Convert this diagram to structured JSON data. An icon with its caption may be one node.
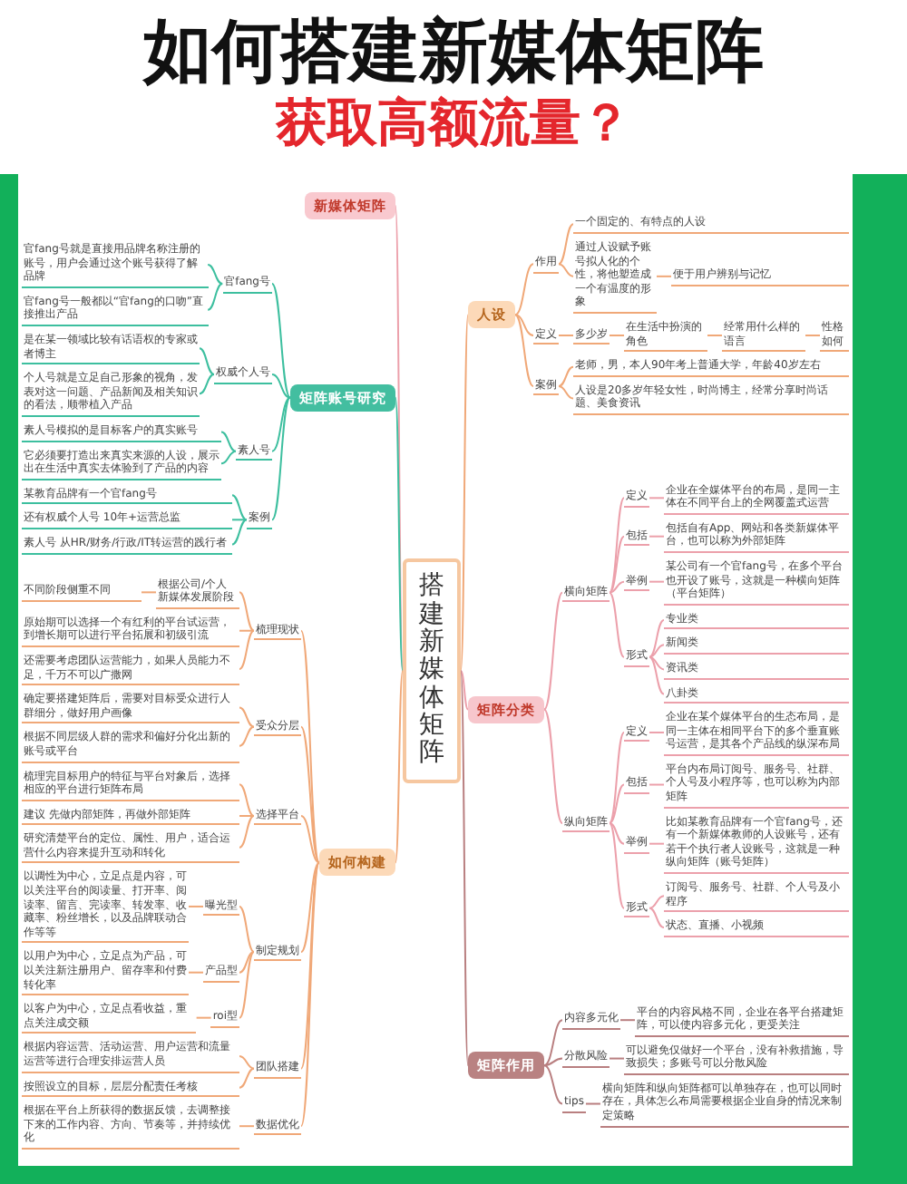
{
  "diagram": {
    "title": "如何搭建新媒体矩阵",
    "nodes": [
      {
        "text": [
          "搭建新媒体矩阵"
        ]
      },
      {
        "text": [
          "新媒体矩阵"
        ]
      },
      {
        "text": [
          "矩阵账号研究"
        ]
      },
      {
        "text": [
          "官fang号"
        ]
      },
      {
        "text": [
          "官fang号就是直接用品牌名称注册的账号，用户会通过这个账号获得了解品牌"
        ]
      },
      {
        "text": [
          "官fang号一般都以“官fang的口吻”直接推出产品"
        ]
      },
      {
        "text": [
          "权威个人号"
        ]
      },
      {
        "text": [
          "是在某一领域比较有话语权的专家或者博主"
        ]
      },
      {
        "text": [
          "个人号就是立足自己形象的视角，发表对这一问题、产品新闻及相关知识的看法，顺带植入产品"
        ]
      },
      {
        "text": [
          "素人号"
        ]
      },
      {
        "text": [
          "素人号模拟的是目标客户的真实账号"
        ]
      },
      {
        "text": [
          "它必须要打造出来真实来源的人设，展示出在生活中真实去体验到了产品的内容"
        ]
      },
      {
        "text": [
          "案例"
        ]
      },
      {
        "text": [
          "某教育品牌有一个官fang号"
        ]
      },
      {
        "text": [
          "还有权威个人号 10年+运营总监"
        ]
      },
      {
        "text": [
          "素人号 从HR/财务/行政/IT转运营的践行者"
        ]
      },
      {
        "text": [
          "如何构建"
        ]
      },
      {
        "text": [
          "梳理现状"
        ]
      },
      {
        "text": [
          "根据公司/个人新媒体发展阶段"
        ]
      },
      {
        "text": [
          "不同阶段侧重不同"
        ]
      },
      {
        "text": [
          "原始期可以选择一个有红利的平台试运营，到增长期可以进行平台拓展和初级引流"
        ]
      },
      {
        "text": [
          "还需要考虑团队运营能力，如果人员能力不足，千万不可以广撒网"
        ]
      },
      {
        "text": [
          "受众分层"
        ]
      },
      {
        "text": [
          "确定要搭建矩阵后，需要对目标受众进行人群细分，做好用户画像"
        ]
      },
      {
        "text": [
          "根据不同层级人群的需求和偏好分化出新的账号或平台"
        ]
      },
      {
        "text": [
          "选择平台"
        ]
      },
      {
        "text": [
          "梳理完目标用户的特征与平台对象后，选择相应的平台进行矩阵布局"
        ]
      },
      {
        "text": [
          "建议 先做内部矩阵，再做外部矩阵"
        ]
      },
      {
        "text": [
          "研究清楚平台的定位、属性、用户，适合运营什么内容来提升互动和转化"
        ]
      },
      {
        "text": [
          "制定规划"
        ]
      },
      {
        "text": [
          "曝光型"
        ]
      },
      {
        "text": [
          "以调性为中心，立足点是内容，可以关注平台的阅读量、打开率、阅读率、留言、完读率、转发率、收藏率、粉丝增长，以及品牌联动合作等等"
        ]
      },
      {
        "text": [
          "产品型"
        ]
      },
      {
        "text": [
          "以用户为中心，立足点为产品，可以关注新注册用户、留存率和付费转化率"
        ]
      },
      {
        "text": [
          "roi型"
        ]
      },
      {
        "text": [
          "以客户为中心，立足点看收益，重点关注成交额"
        ]
      },
      {
        "text": [
          "团队搭建"
        ]
      },
      {
        "text": [
          "根据内容运营、活动运营、用户运营和流量运营等进行合理安排运营人员"
        ]
      },
      {
        "text": [
          "按照设立的目标，层层分配责任考核"
        ]
      },
      {
        "text": [
          "数据优化"
        ]
      },
      {
        "text": [
          "根据在平台上所获得的数据反馈，去调整接下来的工作内容、方向、节奏等，并持续优化"
        ]
      },
      {
        "text": [
          "人设"
        ]
      },
      {
        "text": [
          "作用"
        ]
      },
      {
        "text": [
          "一个固定的、有特点的人设"
        ]
      },
      {
        "text": [
          "通过人设赋予账号拟人化的个性，将他塑造成一个有温度的形象"
        ]
      },
      {
        "text": [
          "便于用户辨别与记忆"
        ]
      },
      {
        "text": [
          "定义"
        ]
      },
      {
        "text": [
          "多少岁"
        ]
      },
      {
        "text": [
          "在生活中扮演的角色"
        ]
      },
      {
        "text": [
          "经常用什么样的语言"
        ]
      },
      {
        "text": [
          "性格如何"
        ]
      },
      {
        "text": [
          "案例"
        ]
      },
      {
        "text": [
          "老师，男，本人90年考上普通大学，年龄40岁左右"
        ]
      },
      {
        "text": [
          "人设是20多岁年轻女性，时尚博主，经常分享时尚话题、美食资讯"
        ]
      },
      {
        "text": [
          "矩阵分类"
        ]
      },
      {
        "text": [
          "横向矩阵"
        ]
      },
      {
        "text": [
          "定义"
        ]
      },
      {
        "text": [
          "企业在全媒体平台的布局，是同一主体在不同平台上的全网覆盖式运营"
        ]
      },
      {
        "text": [
          "包括"
        ]
      },
      {
        "text": [
          "包括自有App、网站和各类新媒体平台，也可以称为外部矩阵"
        ]
      },
      {
        "text": [
          "举例"
        ]
      },
      {
        "text": [
          "某公司有一个官fang号，在多个平台也开设了账号，这就是一种横向矩阵（平台矩阵）"
        ]
      },
      {
        "text": [
          "形式"
        ]
      },
      {
        "text": [
          "专业类"
        ]
      },
      {
        "text": [
          "新闻类"
        ]
      },
      {
        "text": [
          "资讯类"
        ]
      },
      {
        "text": [
          "八卦类"
        ]
      },
      {
        "text": [
          "纵向矩阵"
        ]
      },
      {
        "text": [
          "定义"
        ]
      },
      {
        "text": [
          "企业在某个媒体平台的生态布局，是同一主体在相同平台下的多个垂直账号运营，是其各个产品线的纵深布局"
        ]
      },
      {
        "text": [
          "包括"
        ]
      },
      {
        "text": [
          "平台内布局订阅号、服务号、社群、个人号及小程序等，也可以称为内部矩阵"
        ]
      },
      {
        "text": [
          "举例"
        ]
      },
      {
        "text": [
          "比如某教育品牌有一个官fang号，还有一个新媒体教师的人设账号，还有若干个执行者人设账号，这就是一种纵向矩阵（账号矩阵）"
        ]
      },
      {
        "text": [
          "形式"
        ]
      },
      {
        "text": [
          "订阅号、服务号、社群、个人号及小程序"
        ]
      },
      {
        "text": [
          "状态、直播、小视频"
        ]
      },
      {
        "text": [
          "矩阵作用"
        ]
      },
      {
        "text": [
          "内容多元化"
        ]
      },
      {
        "text": [
          "平台的内容风格不同，企业在各平台搭建矩阵，可以使内容多元化，更受关注"
        ]
      },
      {
        "text": [
          "分散风险"
        ]
      },
      {
        "text": [
          "可以避免仅做好一个平台，没有补救措施，导致损失；多账号可以分散风险"
        ]
      },
      {
        "text": [
          "tips"
        ]
      },
      {
        "text": [
          "横向矩阵和纵向矩阵都可以单独存在，也可以同时存在，具体怎么布局需要根据企业自身的情况来制定策略"
        ]
      }
    ],
    "edges": [
      {
        "from": 0,
        "to": 1,
        "arrow": "none",
        "color": "#eca0ab"
      },
      {
        "from": 0,
        "to": 2,
        "arrow": "none",
        "color": "#3dbf9f"
      },
      {
        "from": 0,
        "to": 16,
        "arrow": "none"
      },
      {
        "from": 0,
        "to": 41,
        "arrow": "none"
      },
      {
        "from": 0,
        "to": 54,
        "arrow": "none",
        "color": "#eca0ab"
      },
      {
        "from": 0,
        "to": 77,
        "arrow": "none",
        "color": "#b97f80"
      },
      {
        "from": 2,
        "to": 3,
        "arrow": "none",
        "color": "#3dbf9f"
      },
      {
        "from": 2,
        "to": 6,
        "arrow": "none",
        "color": "#3dbf9f"
      },
      {
        "from": 2,
        "to": 9,
        "arrow": "none",
        "color": "#3dbf9f"
      },
      {
        "from": 2,
        "to": 12,
        "arrow": "none",
        "color": "#3dbf9f"
      },
      {
        "from": 3,
        "to": 4,
        "arrow": "none",
        "color": "#3dbf9f"
      },
      {
        "from": 3,
        "to": 5,
        "arrow": "none",
        "color": "#3dbf9f"
      },
      {
        "from": 6,
        "to": 7,
        "arrow": "none",
        "color": "#3dbf9f"
      },
      {
        "from": 6,
        "to": 8,
        "arrow": "none",
        "color": "#3dbf9f"
      },
      {
        "from": 9,
        "to": 10,
        "arrow": "none",
        "color": "#3dbf9f"
      },
      {
        "from": 9,
        "to": 11,
        "arrow": "none",
        "color": "#3dbf9f"
      },
      {
        "from": 12,
        "to": 13,
        "arrow": "none",
        "color": "#3dbf9f"
      },
      {
        "from": 12,
        "to": 14,
        "arrow": "none",
        "color": "#3dbf9f"
      },
      {
        "from": 12,
        "to": 15,
        "arrow": "none",
        "color": "#3dbf9f"
      },
      {
        "from": 16,
        "to": 17,
        "arrow": "none"
      },
      {
        "from": 16,
        "to": 22,
        "arrow": "none"
      },
      {
        "from": 16,
        "to": 25,
        "arrow": "none"
      },
      {
        "from": 16,
        "to": 29,
        "arrow": "none"
      },
      {
        "from": 16,
        "to": 36,
        "arrow": "none"
      },
      {
        "from": 16,
        "to": 39,
        "arrow": "none"
      },
      {
        "from": 17,
        "to": 18,
        "arrow": "none"
      },
      {
        "from": 18,
        "to": 19,
        "arrow": "none"
      },
      {
        "from": 17,
        "to": 20,
        "arrow": "none"
      },
      {
        "from": 17,
        "to": 21,
        "arrow": "none"
      },
      {
        "from": 22,
        "to": 23,
        "arrow": "none"
      },
      {
        "from": 22,
        "to": 24,
        "arrow": "none"
      },
      {
        "from": 25,
        "to": 26,
        "arrow": "none"
      },
      {
        "from": 25,
        "to": 27,
        "arrow": "none"
      },
      {
        "from": 25,
        "to": 28,
        "arrow": "none"
      },
      {
        "from": 29,
        "to": 30,
        "arrow": "none"
      },
      {
        "from": 30,
        "to": 31,
        "arrow": "none"
      },
      {
        "from": 29,
        "to": 32,
        "arrow": "none"
      },
      {
        "from": 32,
        "to": 33,
        "arrow": "none"
      },
      {
        "from": 29,
        "to": 34,
        "arrow": "none"
      },
      {
        "from": 34,
        "to": 35,
        "arrow": "none"
      },
      {
        "from": 36,
        "to": 37,
        "arrow": "none"
      },
      {
        "from": 36,
        "to": 38,
        "arrow": "none"
      },
      {
        "from": 39,
        "to": 40,
        "arrow": "none"
      },
      {
        "from": 41,
        "to": 42,
        "arrow": "none"
      },
      {
        "from": 42,
        "to": 43,
        "arrow": "none"
      },
      {
        "from": 42,
        "to": 44,
        "arrow": "none"
      },
      {
        "from": 44,
        "to": 45,
        "arrow": "none"
      },
      {
        "from": 41,
        "to": 46,
        "arrow": "none"
      },
      {
        "from": 46,
        "to": 47,
        "arrow": "none"
      },
      {
        "from": 47,
        "to": 48,
        "arrow": "none"
      },
      {
        "from": 48,
        "to": 49,
        "arrow": "none"
      },
      {
        "from": 49,
        "to": 50,
        "arrow": "none"
      },
      {
        "from": 41,
        "to": 51,
        "arrow": "none"
      },
      {
        "from": 51,
        "to": 52,
        "arrow": "none"
      },
      {
        "from": 51,
        "to": 53,
        "arrow": "none"
      },
      {
        "from": 54,
        "to": 55,
        "arrow": "none",
        "color": "#eca0ab"
      },
      {
        "from": 55,
        "to": 56,
        "arrow": "none",
        "color": "#eca0ab"
      },
      {
        "from": 56,
        "to": 57,
        "arrow": "none",
        "color": "#eca0ab"
      },
      {
        "from": 55,
        "to": 58,
        "arrow": "none",
        "color": "#eca0ab"
      },
      {
        "from": 58,
        "to": 59,
        "arrow": "none",
        "color": "#eca0ab"
      },
      {
        "from": 55,
        "to": 60,
        "arrow": "none",
        "color": "#eca0ab"
      },
      {
        "from": 60,
        "to": 61,
        "arrow": "none",
        "color": "#eca0ab"
      },
      {
        "from": 55,
        "to": 62,
        "arrow": "none",
        "color": "#eca0ab"
      },
      {
        "from": 62,
        "to": 63,
        "arrow": "none",
        "color": "#eca0ab"
      },
      {
        "from": 62,
        "to": 64,
        "arrow": "none",
        "color": "#eca0ab"
      },
      {
        "from": 62,
        "to": 65,
        "arrow": "none",
        "color": "#eca0ab"
      },
      {
        "from": 62,
        "to": 66,
        "arrow": "none",
        "color": "#eca0ab"
      },
      {
        "from": 54,
        "to": 67,
        "arrow": "none",
        "color": "#eca0ab"
      },
      {
        "from": 67,
        "to": 68,
        "arrow": "none",
        "color": "#eca0ab"
      },
      {
        "from": 68,
        "to": 69,
        "arrow": "none",
        "color": "#eca0ab"
      },
      {
        "from": 67,
        "to": 70,
        "arrow": "none",
        "color": "#eca0ab"
      },
      {
        "from": 70,
        "to": 71,
        "arrow": "none",
        "color": "#eca0ab"
      },
      {
        "from": 67,
        "to": 72,
        "arrow": "none",
        "color": "#eca0ab"
      },
      {
        "from": 72,
        "to": 73,
        "arrow": "none",
        "color": "#eca0ab"
      },
      {
        "from": 67,
        "to": 74,
        "arrow": "none",
        "color": "#eca0ab"
      },
      {
        "from": 74,
        "to": 75,
        "arrow": "none",
        "color": "#eca0ab"
      },
      {
        "from": 74,
        "to": 76,
        "arrow": "none",
        "color": "#eca0ab"
      },
      {
        "from": 77,
        "to": 78,
        "arrow": "none",
        "color": "#b97f80"
      },
      {
        "from": 78,
        "to": 79,
        "arrow": "none",
        "color": "#b97f80"
      },
      {
        "from": 77,
        "to": 80,
        "arrow": "none",
        "color": "#b97f80"
      },
      {
        "from": 80,
        "to": 81,
        "arrow": "none",
        "color": "#b97f80"
      },
      {
        "from": 77,
        "to": 82,
        "arrow": "none",
        "color": "#b97f80"
      },
      {
        "from": 82,
        "to": 83,
        "arrow": "none",
        "color": "#b97f80"
      }
    ],
    "labels": [
      "获取高额流量？"
    ]
  }
}
